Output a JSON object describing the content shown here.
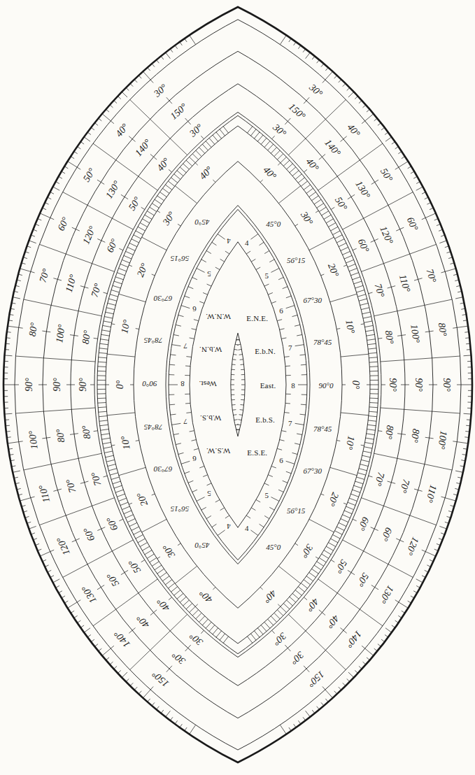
{
  "diagram": {
    "labels": [
      "30°",
      "40°",
      "50°",
      "60°",
      "70°",
      "80°",
      "90°",
      "100°",
      "110°",
      "120°",
      "130°",
      "140°",
      "150°",
      "150°",
      "140°",
      "130°",
      "120°",
      "110°",
      "100°",
      "90°",
      "80°",
      "70°",
      "60°",
      "50°",
      "40°",
      "30°",
      "30°",
      "40°",
      "50°",
      "60°",
      "70°",
      "80°",
      "90°",
      "80°",
      "70°",
      "60°",
      "50°",
      "40°",
      "30°",
      "40°",
      "30°",
      "20°",
      "10°",
      "0°",
      "10°",
      "20°",
      "30°",
      "40°",
      "45°0",
      "56°15",
      "67°30",
      "78°45",
      "90°0",
      "78°45",
      "67°30",
      "56°15",
      "45°0",
      "4",
      "5",
      "6",
      "7",
      "8",
      "7",
      "6",
      "5",
      "4",
      "W.N.W.",
      "W.b.N.",
      "West.",
      "W.b.S.",
      "W.S.W.",
      "30°",
      "40°",
      "50°",
      "60°",
      "70°",
      "80°",
      "90°",
      "100°",
      "110°",
      "120°",
      "130°",
      "140°",
      "150°",
      "150°",
      "140°",
      "130°",
      "120°",
      "110°",
      "100°",
      "90°",
      "80°",
      "70°",
      "60°",
      "50°",
      "40°",
      "30°",
      "30°",
      "40°",
      "50°",
      "60°",
      "70°",
      "80°",
      "90°",
      "80°",
      "70°",
      "60°",
      "50°",
      "40°",
      "30°",
      "40°",
      "30°",
      "20°",
      "10°",
      "0°",
      "10°",
      "20°",
      "30°",
      "40°",
      "45°0",
      "56°15",
      "67°30",
      "78°45",
      "90°0",
      "78°45",
      "67°30",
      "56°15",
      "45°0",
      "4",
      "5",
      "6",
      "7",
      "8",
      "7",
      "6",
      "5",
      "4",
      "E.N.E.",
      "E.b.N.",
      "East.",
      "E.b.S.",
      "E.S.E."
    ]
  }
}
